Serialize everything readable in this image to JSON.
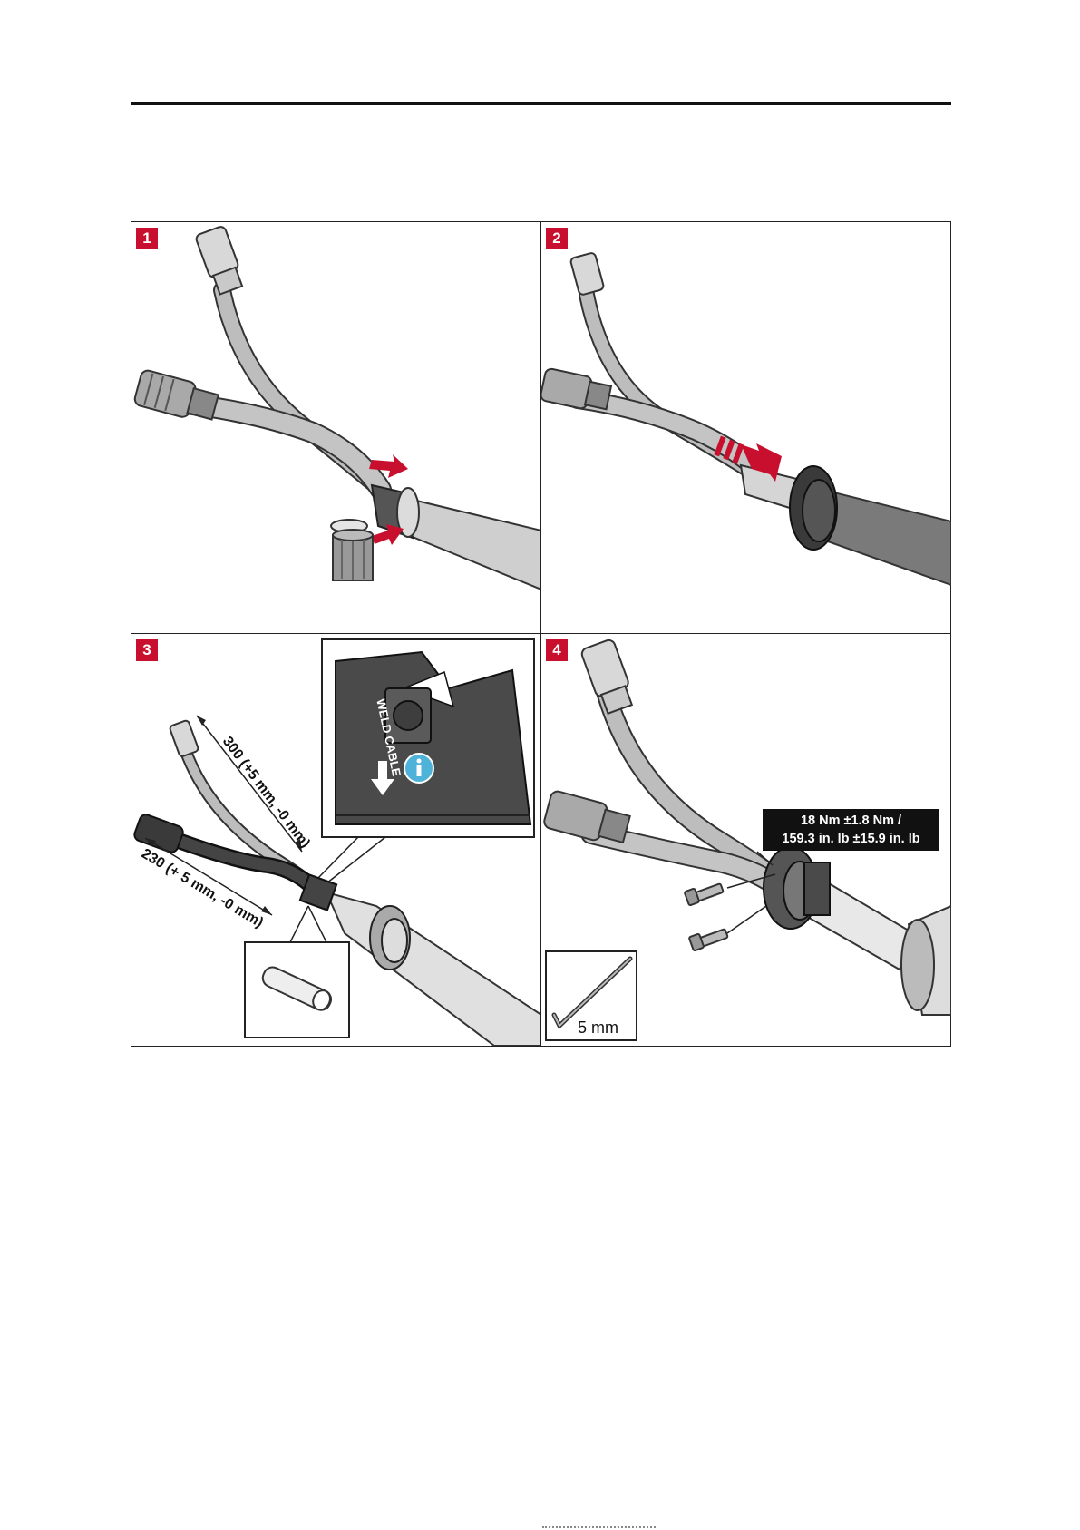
{
  "steps": [
    {
      "number": "1"
    },
    {
      "number": "2"
    },
    {
      "number": "3",
      "dimension_long": "300 (+5 mm, -0 mm)",
      "dimension_short": "230 (+ 5 mm, -0 mm)",
      "inset_label": "WELD CABLE"
    },
    {
      "number": "4",
      "torque_line1": "18 Nm ±1.8 Nm /",
      "torque_line2": "159.3 in. lb ±15.9 in. lb",
      "tool_size": "5 mm"
    }
  ],
  "colors": {
    "accent": "#c8102e",
    "info": "#4fb3d9",
    "cable": "#b8b8b8",
    "dark": "#3a3a3a"
  },
  "icons": [
    "trash-bin-icon",
    "arrow-right-icon",
    "info-icon",
    "hex-key-icon",
    "screw-icon"
  ]
}
